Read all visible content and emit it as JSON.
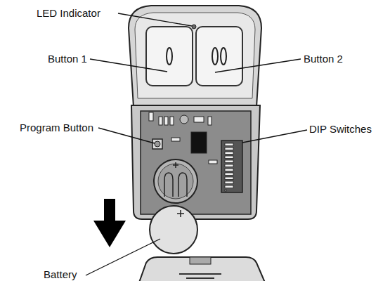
{
  "diagram": {
    "labels": [
      "LED Indicator",
      "Button 1",
      "Button 2",
      "Program Button",
      "DIP Switches",
      "Battery"
    ]
  }
}
